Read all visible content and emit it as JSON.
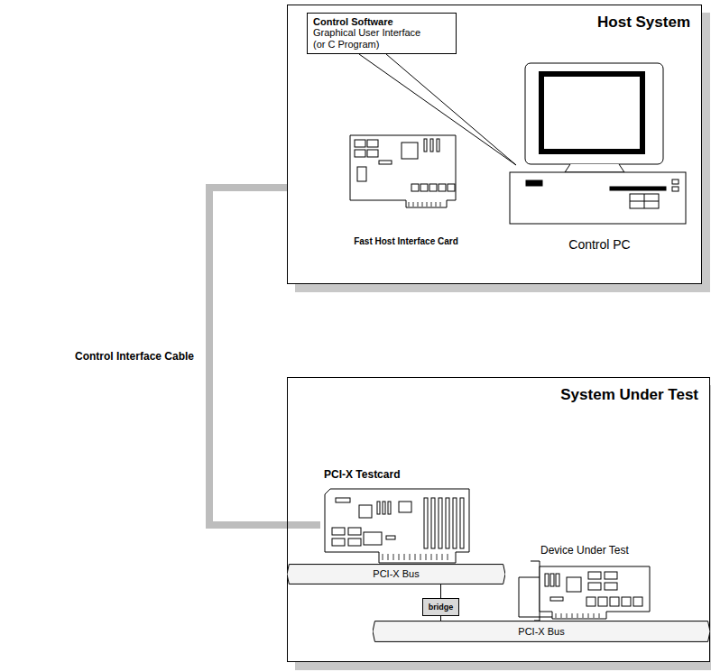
{
  "diagram": {
    "nodes": [
      {
        "text": [
          "Host System"
        ]
      },
      {
        "text": [
          "Control Software",
          "Graphical User Interface (or C Program)"
        ],
        "in": 0
      },
      {
        "text": [
          "Fast Host Interface Card"
        ],
        "in": 0
      },
      {
        "text": [
          "Control PC"
        ],
        "in": 0
      },
      {
        "text": [
          "System Under Test"
        ]
      },
      {
        "text": [
          "PCI-X Testcard"
        ],
        "in": 4
      },
      {
        "text": [
          "PCI-X Bus"
        ],
        "in": 4
      },
      {
        "text": [
          "bridge"
        ],
        "in": 4
      },
      {
        "text": [
          "Device Under Test"
        ],
        "in": 4
      },
      {
        "text": [
          "PCI-X Bus"
        ],
        "in": 4
      }
    ],
    "edges": [
      {
        "from": 0,
        "to": 5,
        "arrow": "none",
        "label": "Control Interface Cable"
      },
      {
        "from": 1,
        "to": 3,
        "arrow": "none"
      },
      {
        "from": 6,
        "to": 7,
        "arrow": "none"
      },
      {
        "from": 7,
        "to": 9,
        "arrow": "none"
      }
    ]
  }
}
